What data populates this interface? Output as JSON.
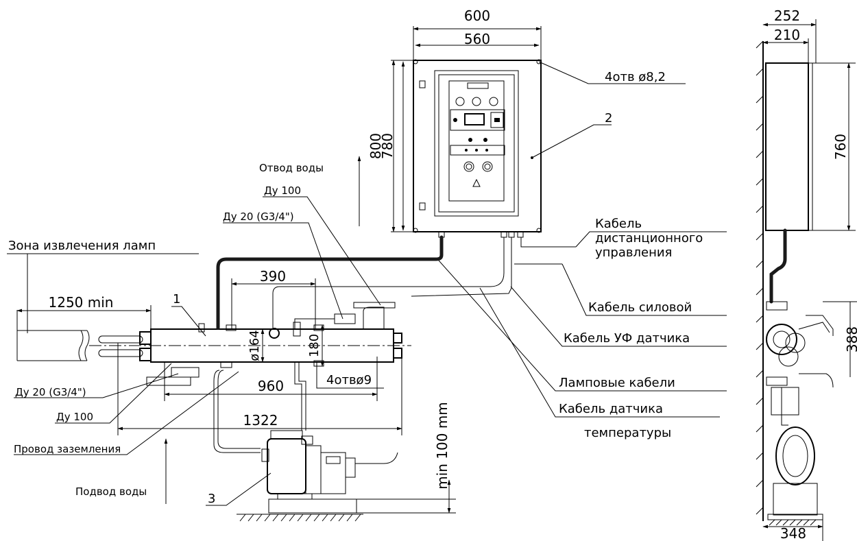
{
  "dimensions": {
    "front_width_outer": "600",
    "front_width_holes": "560",
    "front_height_outer": "800",
    "front_height_holes": "780",
    "side_depth_outer": "252",
    "side_depth_inner": "210",
    "side_height": "760",
    "side_base": "348",
    "side_pipe": "388",
    "lamp_zone": "1250 min",
    "pipe_spacing": "390",
    "pipe_diameter": "ø164",
    "pipe_height": "180",
    "mount_distance": "960",
    "total_length": "1322",
    "floor_clearance": "min 100 mm"
  },
  "labels": {
    "holes_top": "4отв ø8,2",
    "holes_bottom": "4отвø9",
    "water_out": "Отвод воды",
    "water_in": "Подвод воды",
    "du100_top": "Ду 100",
    "du20_top": "Ду 20 (G3/4\")",
    "du20_bottom": "Ду 20 (G3/4\")",
    "du100_bottom": "Ду 100",
    "lamp_zone": "Зона извлечения ламп",
    "ground_wire": "Провод заземления",
    "remote_cable_1": "Кабель",
    "remote_cable_2": "дистанционного",
    "remote_cable_3": "управления",
    "power_cable": "Кабель силовой",
    "uv_cable": "Кабель УФ датчика",
    "lamp_cables": "Ламповые кабели",
    "temp_cable_1": "Кабель датчика",
    "temp_cable_2": "температуры",
    "pos_1": "1",
    "pos_2": "2",
    "pos_3": "3"
  }
}
